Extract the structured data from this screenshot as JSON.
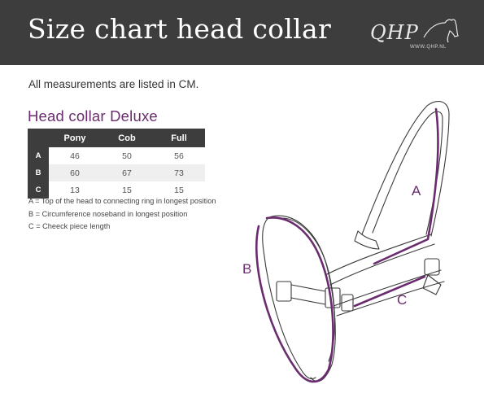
{
  "header": {
    "title": "Size chart head collar",
    "logo": {
      "brand": "QHP",
      "url": "WWW.QHP.NL"
    }
  },
  "intro": "All measurements are listed in CM.",
  "section_title": "Head collar Deluxe",
  "table": {
    "columns": [
      "Pony",
      "Cob",
      "Full"
    ],
    "rows": [
      {
        "label": "A",
        "values": [
          "46",
          "50",
          "56"
        ]
      },
      {
        "label": "B",
        "values": [
          "60",
          "67",
          "73"
        ]
      },
      {
        "label": "C",
        "values": [
          "13",
          "15",
          "15"
        ]
      }
    ]
  },
  "notes": [
    "A = Top of the head to connecting ring in longest position",
    "B = Circumference noseband in longest position",
    "C = Cheeck piece length"
  ],
  "illustration_labels": {
    "a": "A",
    "b": "B",
    "c": "C"
  },
  "colors": {
    "header_bg": "#3d3d3d",
    "accent_purple": "#6b2c6f",
    "row_shade": "#efefef"
  }
}
